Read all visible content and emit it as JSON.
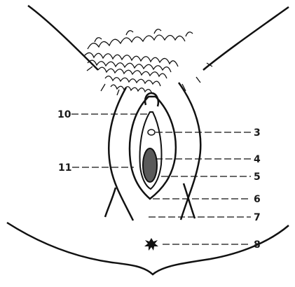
{
  "diagram": {
    "labels": [
      {
        "id": "label-10",
        "text": "10"
      },
      {
        "id": "label-3",
        "text": "3"
      },
      {
        "id": "label-11",
        "text": "11"
      },
      {
        "id": "label-4",
        "text": "4"
      },
      {
        "id": "label-5",
        "text": "5"
      },
      {
        "id": "label-6",
        "text": "6"
      },
      {
        "id": "label-7",
        "text": "7"
      },
      {
        "id": "label-8",
        "text": "8"
      }
    ],
    "colors": {
      "line": "#111111",
      "fill_dark": "#5a5a5a",
      "background": "#ffffff"
    }
  }
}
